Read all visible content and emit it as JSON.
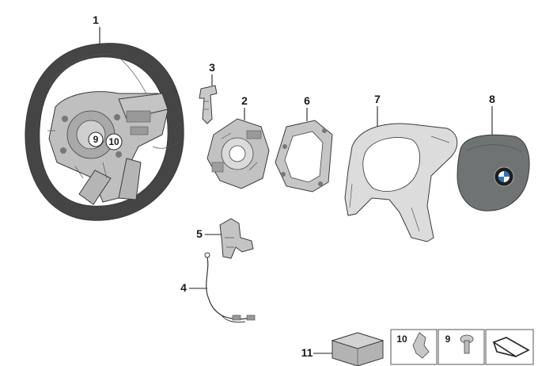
{
  "callouts": {
    "p1": "1",
    "p2": "2",
    "p3": "3",
    "p4": "4",
    "p5": "5",
    "p6": "6",
    "p7": "7",
    "p8": "8",
    "p9": "9",
    "p10": "10",
    "p11": "11"
  },
  "legend": {
    "item10": "10",
    "item9": "9"
  },
  "colors": {
    "wheel_rim": "#4a4a4a",
    "metal_part": "#c9c9c9",
    "airbag": "#6e7272",
    "trim_cover": "#d9d9d9"
  }
}
